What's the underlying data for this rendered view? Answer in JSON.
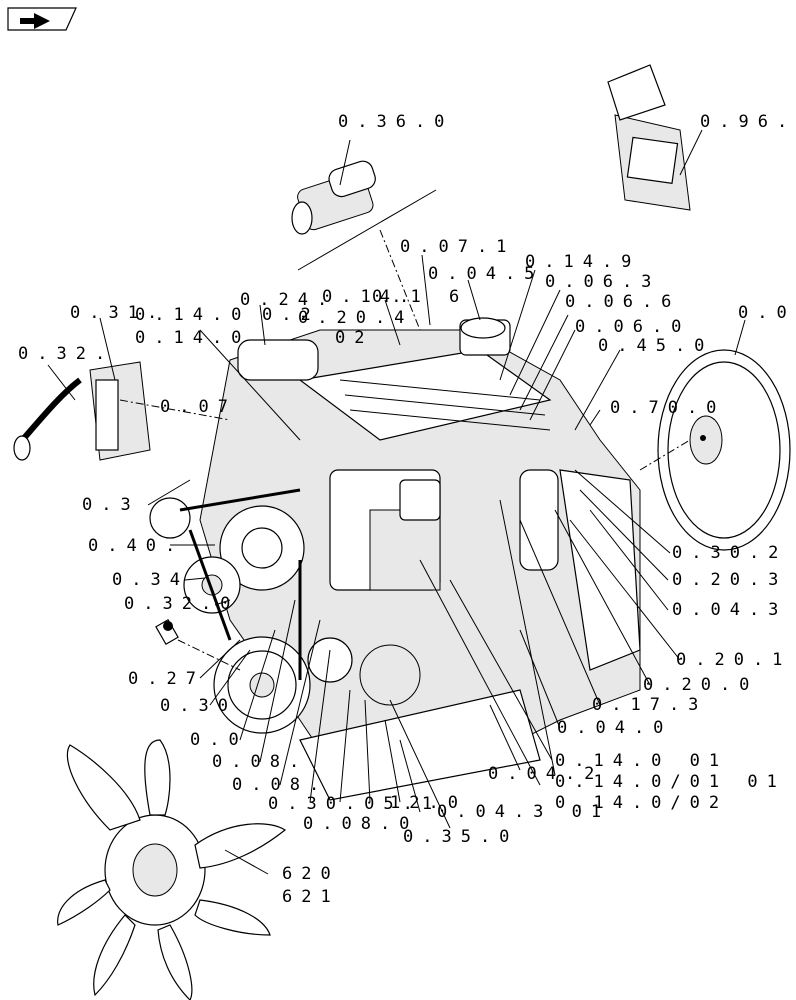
{
  "icons": {
    "nav": "arrow-right-icon"
  },
  "labels": [
    {
      "id": "l-0360",
      "text": "0.36.0"
    },
    {
      "id": "l-096",
      "text": "0.96."
    },
    {
      "id": "l-0071",
      "text": "0.07.1"
    },
    {
      "id": "l-0149",
      "text": "0.14.9"
    },
    {
      "id": "l-0045",
      "text": "0.04.5"
    },
    {
      "id": "l-0063",
      "text": "0.06.3"
    },
    {
      "id": "l-0066",
      "text": "0.06.6"
    },
    {
      "id": "l-0060",
      "text": "0.06.0"
    },
    {
      "id": "l-00",
      "text": "0.0"
    },
    {
      "id": "l-0024",
      "text": "0.24."
    },
    {
      "id": "l-0014",
      "text": "0.14."
    },
    {
      "id": "l-0016",
      "text": "0.1 6"
    },
    {
      "id": "l-031",
      "text": "0.31."
    },
    {
      "id": "l-0140a",
      "text": "0.14.0"
    },
    {
      "id": "l-002",
      "text": "0.2"
    },
    {
      "id": "l-0204",
      "text": "0.20.4"
    },
    {
      "id": "l-0140b",
      "text": "0.14.0"
    },
    {
      "id": "l-02",
      "text": "02"
    },
    {
      "id": "l-032",
      "text": "0.32."
    },
    {
      "id": "l-0450",
      "text": "0.45.0"
    },
    {
      "id": "l-007",
      "text": "0.07"
    },
    {
      "id": "l-0700",
      "text": "0.70.0"
    },
    {
      "id": "l-03",
      "text": "0.3"
    },
    {
      "id": "l-040",
      "text": "0.40."
    },
    {
      "id": "l-034",
      "text": "0.34"
    },
    {
      "id": "l-0320",
      "text": "0.32.0"
    },
    {
      "id": "l-0302",
      "text": "0.30.2"
    },
    {
      "id": "l-0203",
      "text": "0.20.3"
    },
    {
      "id": "l-0043",
      "text": "0.04.3"
    },
    {
      "id": "l-027",
      "text": "0.27"
    },
    {
      "id": "l-0201",
      "text": "0.20.1"
    },
    {
      "id": "l-0200",
      "text": "0.20.0"
    },
    {
      "id": "l-030",
      "text": "0.30"
    },
    {
      "id": "l-0173",
      "text": "0.17.3"
    },
    {
      "id": "l-0040",
      "text": "0.04.0"
    },
    {
      "id": "l-00b",
      "text": "0.0"
    },
    {
      "id": "l-008a",
      "text": "0.08."
    },
    {
      "id": "l-008b",
      "text": "0.08."
    },
    {
      "id": "l-014001",
      "text": "0.14.0 01"
    },
    {
      "id": "l-0042",
      "text": "0.04.2"
    },
    {
      "id": "l-01401a",
      "text": "0.14.0/01 01"
    },
    {
      "id": "l-03051",
      "text": "0.30.05.1"
    },
    {
      "id": "l-120",
      "text": "12.0"
    },
    {
      "id": "l-01402",
      "text": "0.14.0/02"
    },
    {
      "id": "l-0080",
      "text": "0.08.0"
    },
    {
      "id": "l-004301",
      "text": "0.04.3 01"
    },
    {
      "id": "l-0350",
      "text": "0.35.0"
    },
    {
      "id": "l-620",
      "text": "620"
    },
    {
      "id": "l-621",
      "text": "621"
    }
  ]
}
